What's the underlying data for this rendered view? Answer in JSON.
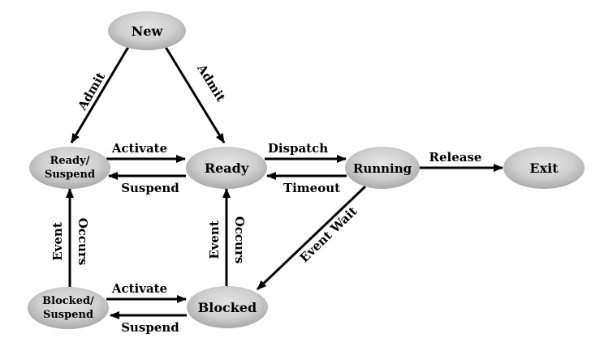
{
  "states": {
    "new": "New",
    "ready_suspend_1": "Ready/",
    "ready_suspend_2": "Suspend",
    "ready": "Ready",
    "running": "Running",
    "exit": "Exit",
    "blocked_suspend_1": "Blocked/",
    "blocked_suspend_2": "Suspend",
    "blocked": "Blocked"
  },
  "transitions": {
    "admit_left": "Admit",
    "admit_right": "Admit",
    "activate_top": "Activate",
    "suspend_top": "Suspend",
    "dispatch": "Dispatch",
    "timeout": "Timeout",
    "release": "Release",
    "event_wait": "Event Wait",
    "event_occurs_left_1": "Event",
    "event_occurs_left_2": "Occurs",
    "event_occurs_mid_1": "Event",
    "event_occurs_mid_2": "Occurs",
    "activate_bottom": "Activate",
    "suspend_bottom": "Suspend"
  }
}
